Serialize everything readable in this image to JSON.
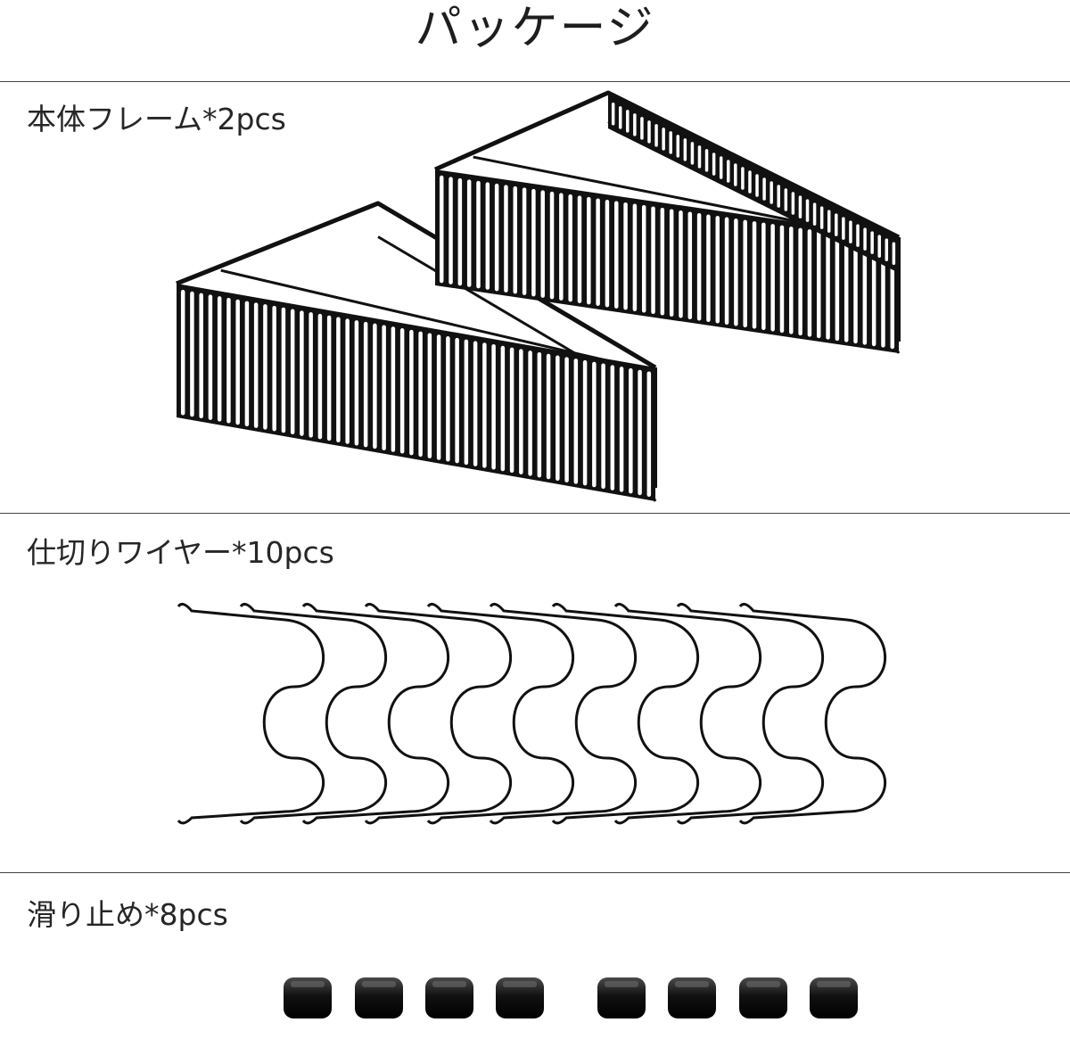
{
  "page": {
    "title": "パッケージ"
  },
  "sections": [
    {
      "label": "本体フレーム*2pcs"
    },
    {
      "label": "仕切りワイヤー*10pcs"
    },
    {
      "label": "滑り止め*8pcs"
    }
  ],
  "colors": {
    "background": "#ffffff",
    "text": "#222222",
    "divider": "#444444",
    "product": "#111111"
  }
}
